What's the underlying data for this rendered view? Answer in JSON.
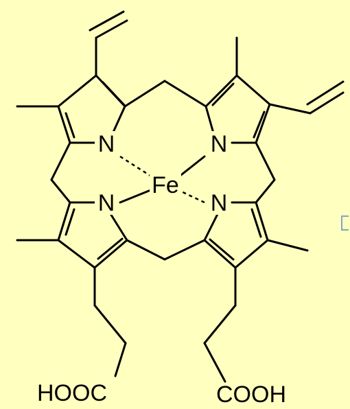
{
  "diagram": {
    "background_color": "#ffffc0",
    "bond_color": "#000000",
    "marker_color": "#7fa7c4",
    "atoms": {
      "nitrogen_top_left": "N",
      "nitrogen_top_right": "N",
      "nitrogen_bottom_left": "N",
      "nitrogen_bottom_right": "N",
      "iron_center": "Fe",
      "acid_left": "HOOC",
      "acid_right": "COOH"
    }
  }
}
